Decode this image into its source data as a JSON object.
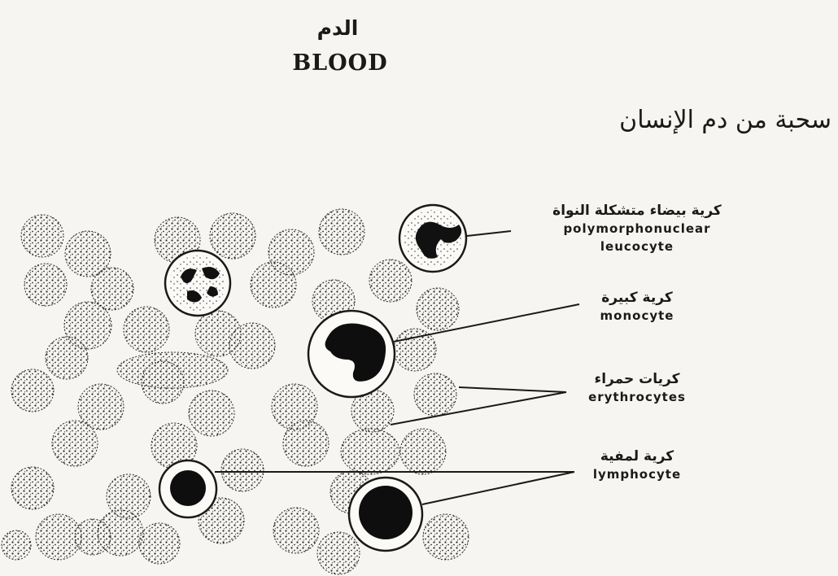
{
  "title_ar": "الدم",
  "title_en": "BLOOD",
  "subtitle_ar": "سحبة من دم الإنسان",
  "labels": {
    "polymorph": {
      "ar": "كرية بيضاء متشكلة النواة",
      "en_line1": "polymorphonuclear",
      "en_line2": "leucocyte"
    },
    "monocyte": {
      "ar": "كرية كبيرة",
      "en": "monocyte"
    },
    "erythrocytes": {
      "ar": "كريات حمراء",
      "en": "erythrocytes"
    },
    "lymphocyte": {
      "ar": "كرية لمفية",
      "en": "lymphocyte"
    }
  },
  "colors": {
    "ink": "#1a1a1a",
    "paper": "#f6f5f1"
  }
}
